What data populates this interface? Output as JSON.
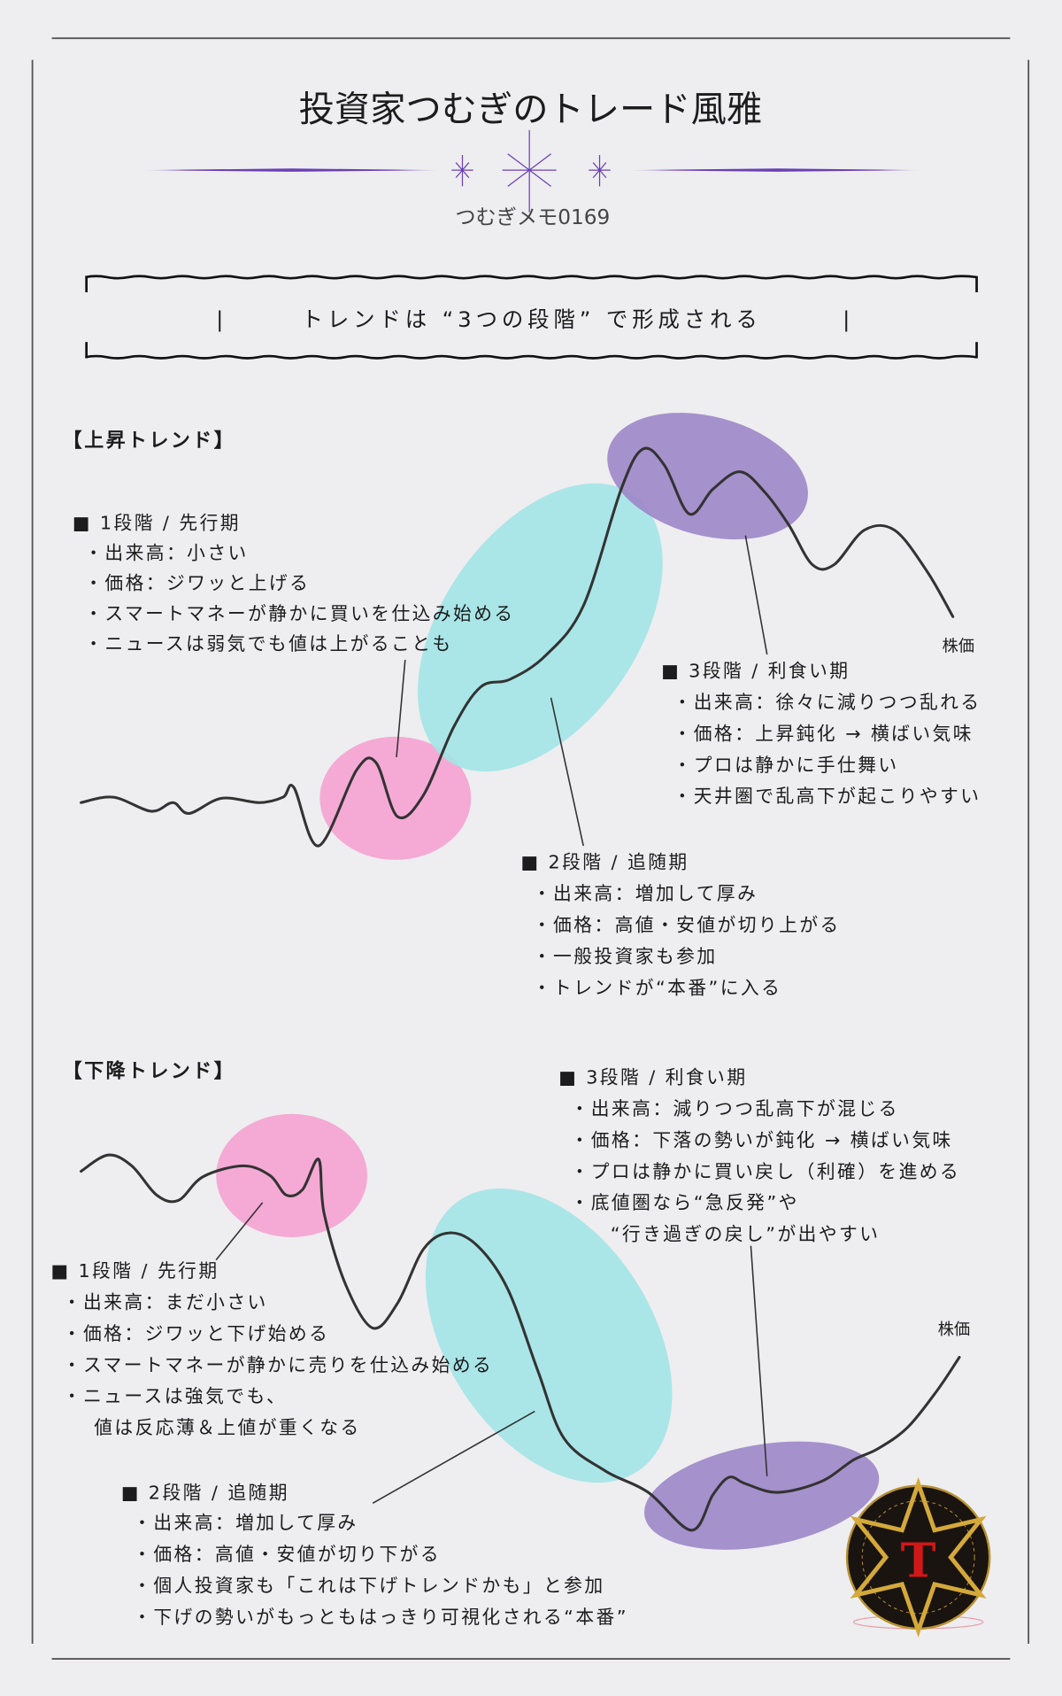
{
  "header": {
    "title": "投資家つむぎのトレード風雅",
    "memo": "つむぎメモ0169"
  },
  "banner": {
    "text": "トレンドは “3つの段階” で形成される",
    "bar": "|"
  },
  "colors": {
    "background": "#eeedf0",
    "stage1": "#f4a6d3",
    "stage2": "#a2e4e6",
    "stage3": "#9c86c8",
    "accent": "#6a3fb5"
  },
  "uptrend": {
    "heading": "【上昇トレンド】",
    "price_label": "株価",
    "stage1": {
      "title": "■ 1段階 / 先行期",
      "lines": [
        "・出来高：小さい",
        "・価格：ジワッと上げる",
        "・スマートマネーが静かに買いを仕込み始める",
        "・ニュースは弱気でも値は上がることも"
      ]
    },
    "stage2": {
      "title": "■ 2段階 / 追随期",
      "lines": [
        "・出来高：増加して厚み",
        "・価格：高値・安値が切り上がる",
        "・一般投資家も参加",
        "・トレンドが“本番”に入る"
      ]
    },
    "stage3": {
      "title": "■ 3段階 / 利食い期",
      "lines": [
        "・出来高：徐々に減りつつ乱れる",
        "・価格：上昇鈍化 → 横ばい気味",
        "・プロは静かに手仕舞い",
        "・天井圏で乱高下が起こりやすい"
      ]
    }
  },
  "downtrend": {
    "heading": "【下降トレンド】",
    "price_label": "株価",
    "stage1": {
      "title": "■ 1段階 / 先行期",
      "lines": [
        "・出来高：まだ小さい",
        "・価格：ジワッと下げ始める",
        "・スマートマネーが静かに売りを仕込み始める",
        "・ニュースは強気でも、",
        "値は反応薄＆上値が重くなる"
      ]
    },
    "stage2": {
      "title": "■ 2段階 / 追随期",
      "lines": [
        "・出来高：増加して厚み",
        "・価格：高値・安値が切り下がる",
        "・個人投資家も「これは下げトレンドかも」と参加",
        "・下げの勢いがもっともはっきり可視化される“本番”"
      ]
    },
    "stage3": {
      "title": "■ 3段階 / 利食い期",
      "lines": [
        "・出来高：減りつつ乱高下が混じる",
        "・価格：下落の勢いが鈍化 → 横ばい気味",
        "・プロは静かに買い戻し（利確）を進める",
        "・底値圏なら“急反発”や",
        "“行き過ぎの戻し”が出やすい"
      ]
    }
  },
  "logo": {
    "icon": "star-emblem-logo",
    "letter": "T"
  }
}
